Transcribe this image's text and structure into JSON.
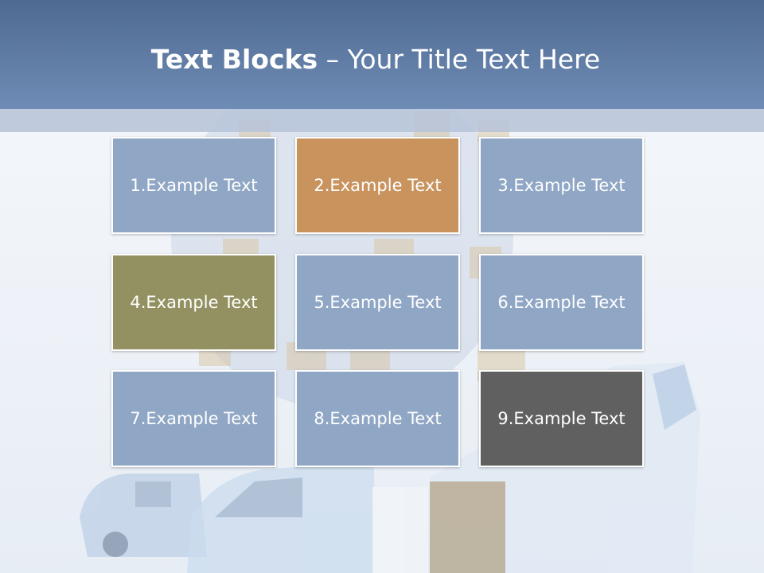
{
  "slide": {
    "title_bold": "Text Blocks",
    "title_sep": " – ",
    "title_rest": "Your Title Text Here"
  },
  "tiles": [
    {
      "label": "1.Example Text",
      "color": "#8fa6c5"
    },
    {
      "label": "2.Example Text",
      "color": "#c9935e"
    },
    {
      "label": "3.Example Text",
      "color": "#8fa6c5"
    },
    {
      "label": "4.Example Text",
      "color": "#939161"
    },
    {
      "label": "5.Example Text",
      "color": "#8fa6c5"
    },
    {
      "label": "6.Example Text",
      "color": "#8fa6c5"
    },
    {
      "label": "7.Example Text",
      "color": "#8fa6c5"
    },
    {
      "label": "8.Example Text",
      "color": "#8fa6c5"
    },
    {
      "label": "9.Example Text",
      "color": "#606060"
    }
  ],
  "colors": {
    "header_top": "#4e6a91",
    "header_bottom": "#6f8cb6",
    "band": "#b7c4d8"
  },
  "background": {
    "image": "delivery-vans-and-boxes-illustration"
  }
}
